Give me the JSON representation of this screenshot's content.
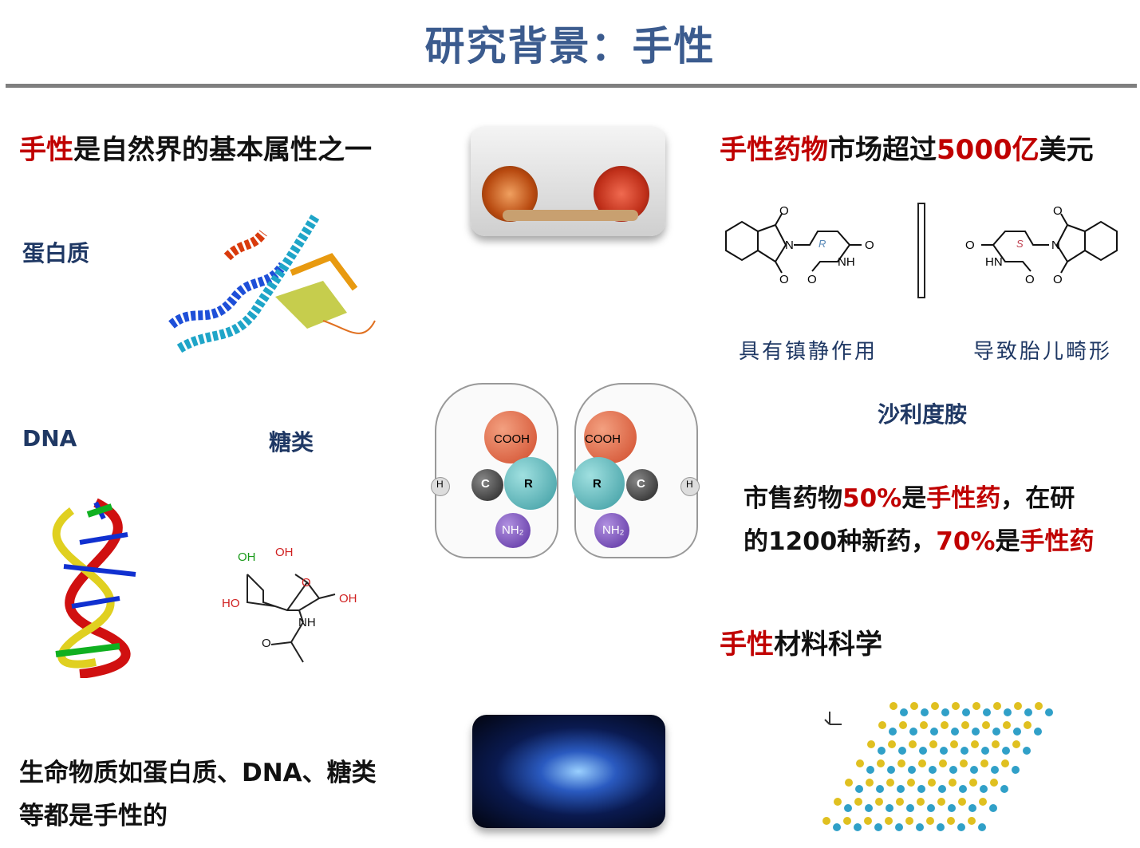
{
  "title": "研究背景：手性",
  "left": {
    "heading_red": "手性",
    "heading_rest": "是自然界的基本属性之一",
    "protein_label": "蛋白质",
    "dna_label": "DNA",
    "sugar_label": "糖类",
    "sugar_atoms": [
      "OH",
      "OH",
      "O",
      "HO",
      "OH",
      "NH",
      "O"
    ],
    "summary_line1": "生命物质如蛋白质、DNA、糖类",
    "summary_line2": "等都是手性的"
  },
  "center": {
    "hands_labels": {
      "cooh": "COOH",
      "r": "R",
      "c": "C",
      "h": "H",
      "nh2": "NH₂"
    }
  },
  "right": {
    "heading_red1": "手性药物",
    "heading_mid": "市场超过",
    "heading_red2": "5000亿",
    "heading_end": "美元",
    "r_isomer_caption": "具有镇静作用",
    "s_isomer_caption": "导致胎儿畸形",
    "r_label": "R",
    "s_label": "S",
    "molecule_atoms": [
      "O",
      "N",
      "O",
      "NH",
      "O",
      "O",
      "O",
      "HN",
      "O",
      "N",
      "O",
      "O"
    ],
    "drug_name": "沙利度胺",
    "stat_l1": [
      "市售药物",
      "50%",
      "是",
      "手性药",
      "，在研"
    ],
    "stat_l2": [
      "的1200种新药，",
      "70%",
      "是",
      "手性药"
    ],
    "material_red": "手性",
    "material_rest": "材料科学"
  },
  "colors": {
    "title": "#3b5b8e",
    "accent": "#c00000",
    "navy": "#1f3864"
  }
}
